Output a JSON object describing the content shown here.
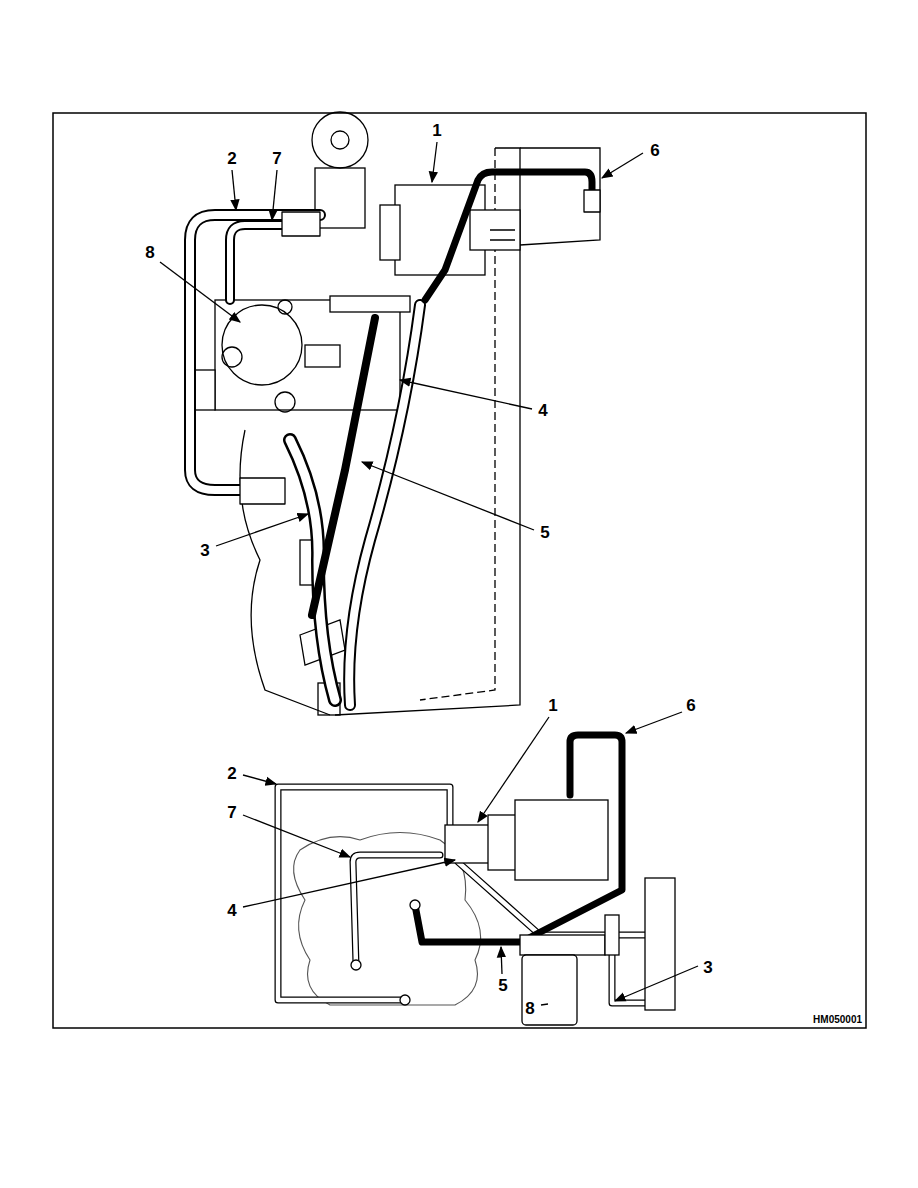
{
  "diagram": {
    "labels": [
      "1",
      "2",
      "7",
      "6",
      "8",
      "4",
      "5",
      "3",
      "1",
      "6",
      "2",
      "7",
      "4",
      "5",
      "3",
      "8",
      "HM050001"
    ]
  }
}
